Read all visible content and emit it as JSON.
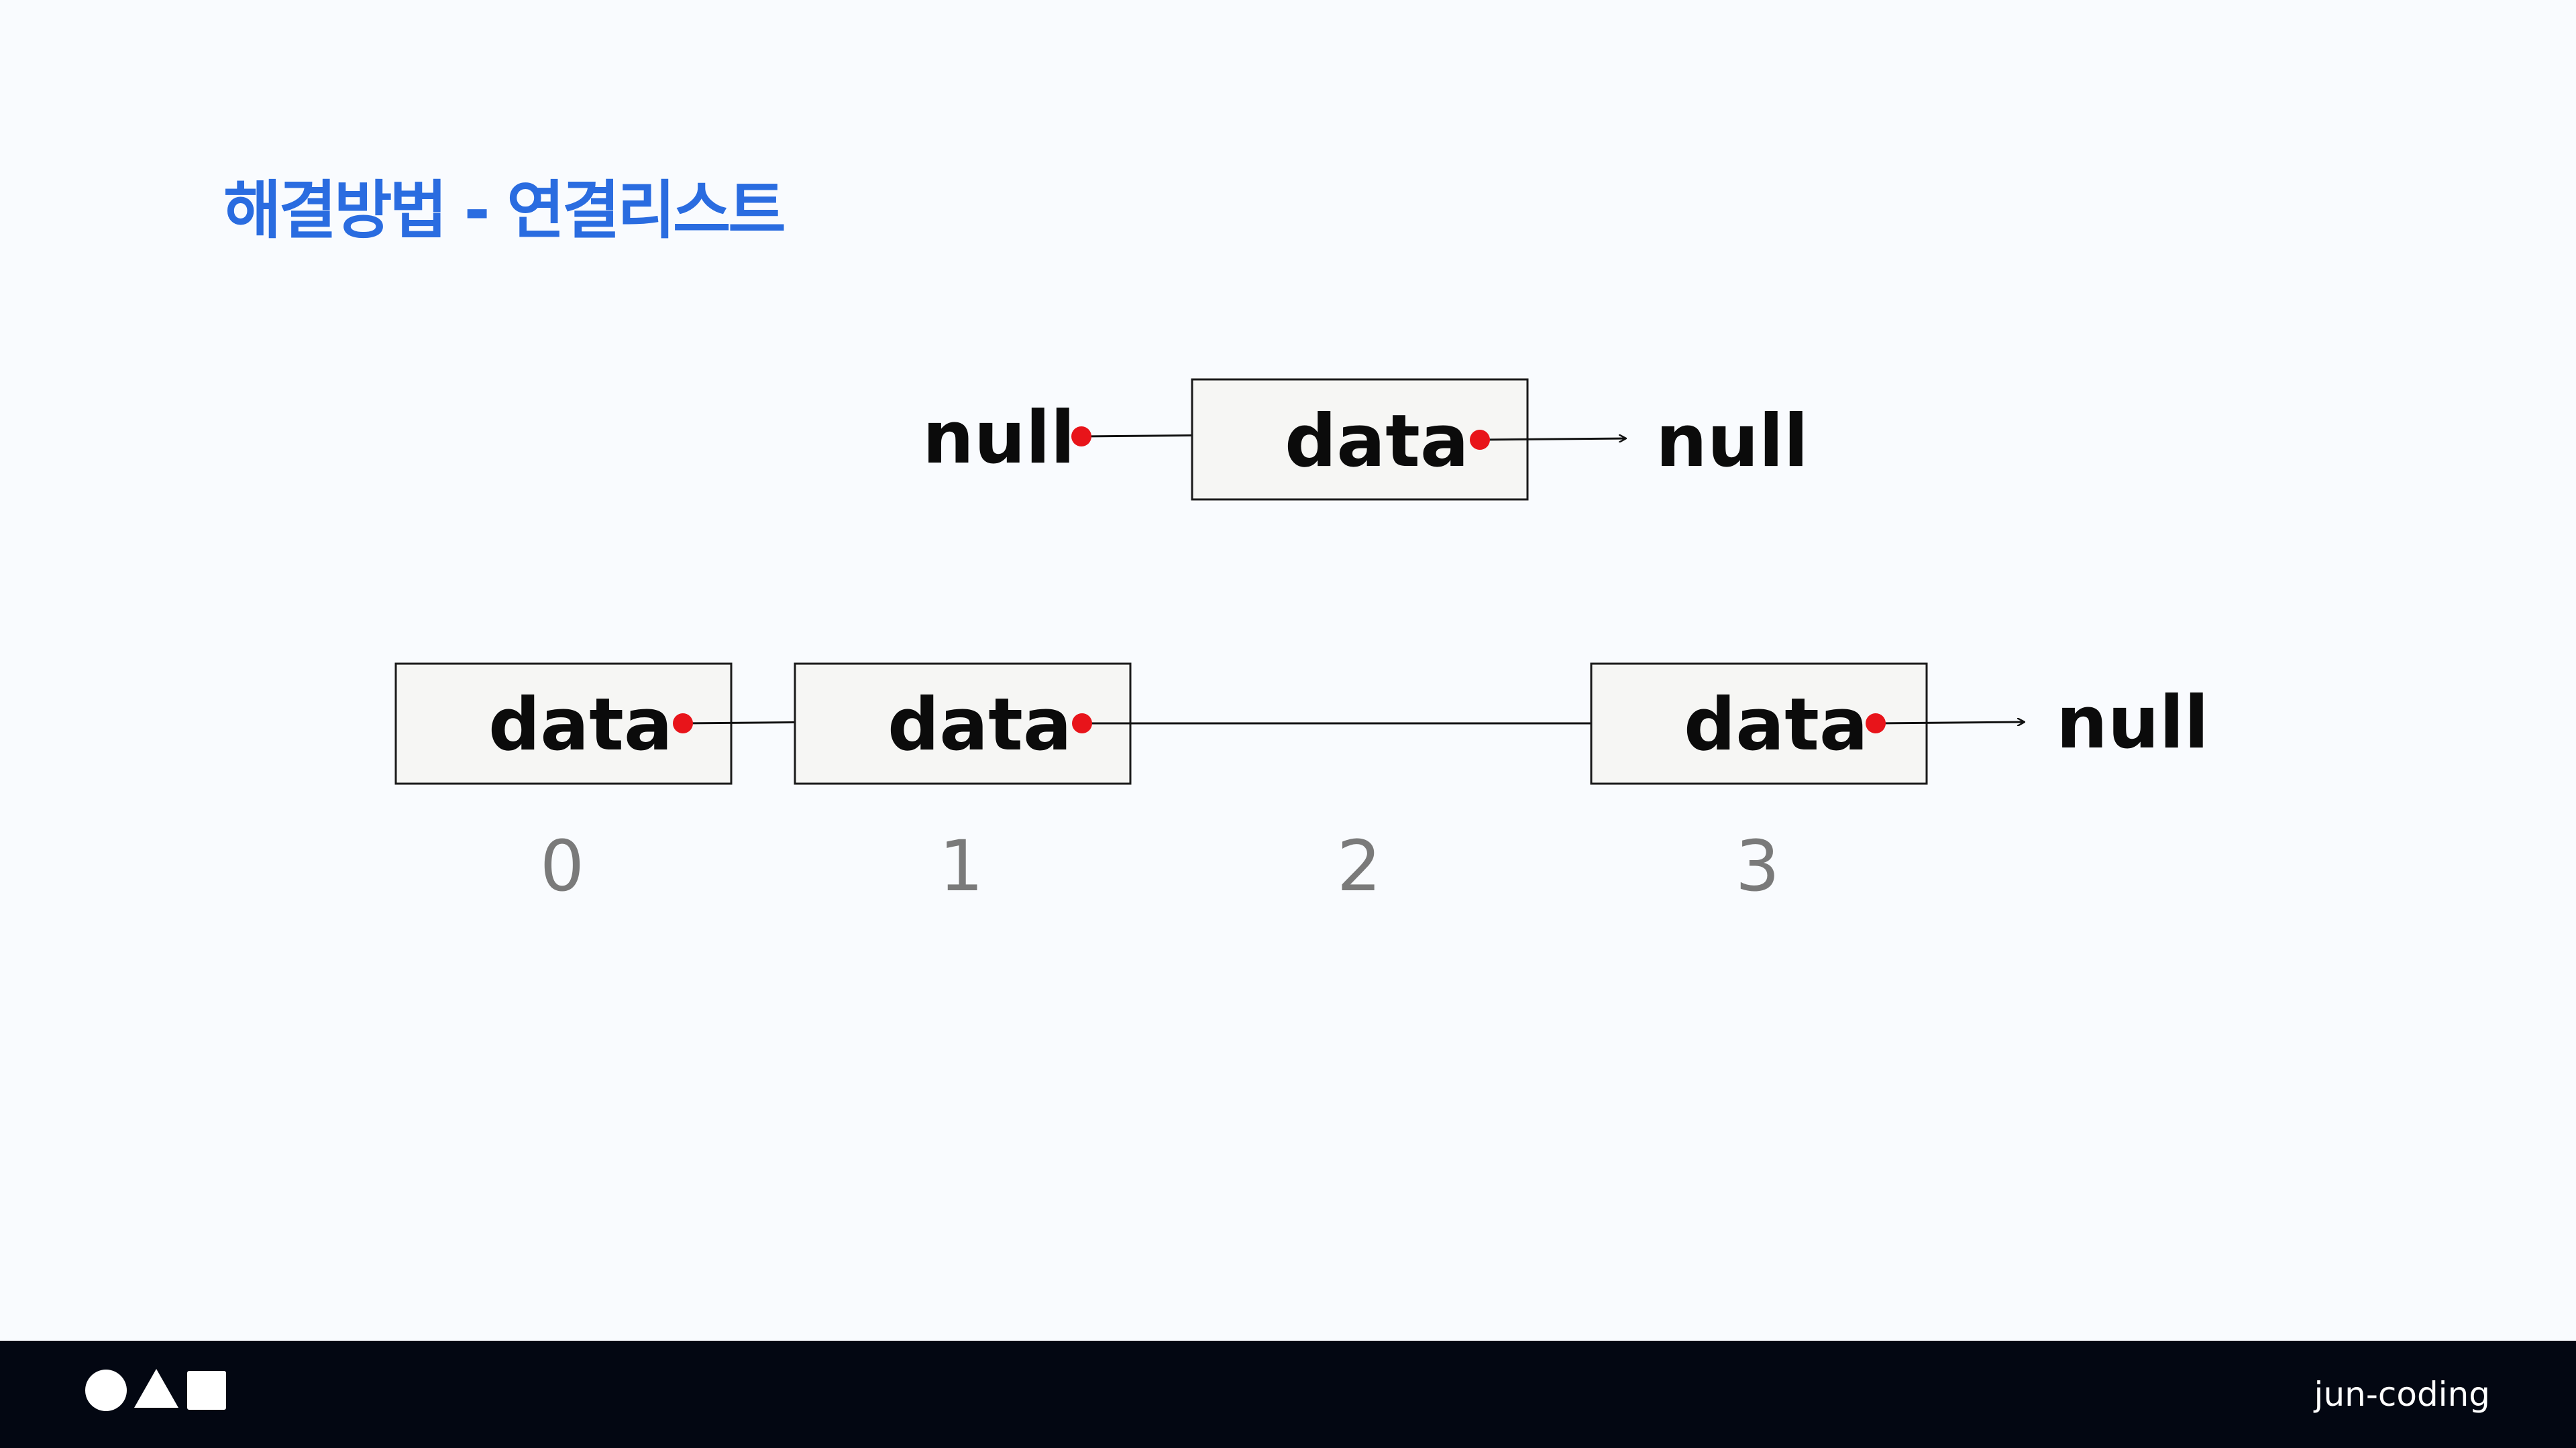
{
  "slide": {
    "title": "해결방법 - 연결리스트"
  },
  "diagram": {
    "single_node": {
      "left_label": "null",
      "node_label": "data",
      "right_label": "null"
    },
    "list": {
      "nodes": [
        {
          "label": "data",
          "index": "0"
        },
        {
          "label": "data",
          "index": "1"
        },
        {
          "label": "data",
          "index": "3"
        }
      ],
      "skipped_index": "2",
      "tail_label": "null"
    },
    "colors": {
      "pointer_dot": "#e8141a",
      "node_fill": "#f6f6f4",
      "node_border": "#1a1a1a",
      "index_text": "#7a7a7a",
      "title": "#2a6ce0"
    }
  },
  "footer": {
    "brand": "jun-coding",
    "logo_icons": [
      "circle-icon",
      "triangle-icon",
      "square-icon"
    ]
  }
}
